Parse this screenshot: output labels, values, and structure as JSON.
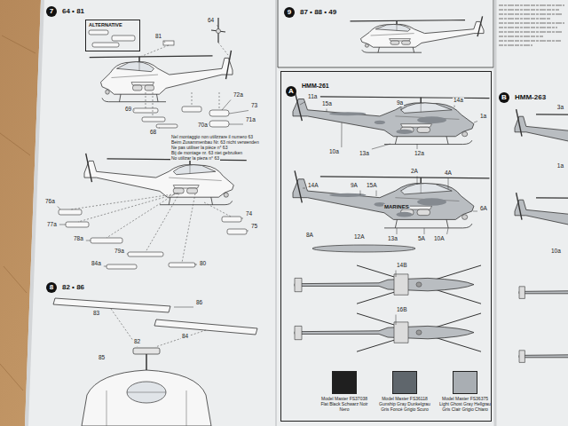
{
  "diagram": {
    "nodes": [
      {
        "text": [
          "7",
          "64 • 81"
        ]
      },
      {
        "text": [
          "ALTERNATIVE"
        ]
      },
      {
        "text": [
          "8",
          "82 • 86"
        ]
      },
      {
        "text": [
          "9",
          "87 • 88 • 49"
        ]
      },
      {
        "text": [
          "HMM-261"
        ]
      },
      {
        "text": [
          "A"
        ],
        "in": 4
      },
      {
        "text": [
          "B",
          "HMM-263"
        ]
      }
    ],
    "labels": [
      "64",
      "81",
      "72a",
      "73",
      "70a",
      "71a",
      "69",
      "68",
      "Nel montaggio non utilizzare il numero 63",
      "Beim Zusammenbau Nr. 63 nicht verwenden",
      "Ne pas utiliser la pièce n° 63",
      "Bij de montage nr. 63 niet gebruiken",
      "No utilizar la pieza n° 63",
      "76a",
      "77a",
      "78a",
      "79a",
      "80",
      "84a",
      "74",
      "75",
      "83",
      "86",
      "84",
      "82",
      "85",
      "11a",
      "15a",
      "9a",
      "14a",
      "1a",
      "10a",
      "13a",
      "12a",
      "14A",
      "9A",
      "15A",
      "2A",
      "4A",
      "6A",
      "MARINES",
      "8A",
      "12A",
      "13a",
      "5A",
      "10A",
      "14B",
      "16B",
      "3a",
      "1a",
      "10a"
    ],
    "legend": [
      {
        "text": "Model Master FS37038 Flat Black Schwarz Noir Nero",
        "color": "#1f1f1f"
      },
      {
        "text": "Model Master FS36118 Gunship Gray Dunkelgrau Gris Foncé Grigio Scuro",
        "color": "#5f666c"
      },
      {
        "text": "Model Master FS36375 Light Ghost Gray Hellgrau Gris Clair Grigio Chiaro",
        "color": "#a9aeb3"
      }
    ]
  }
}
